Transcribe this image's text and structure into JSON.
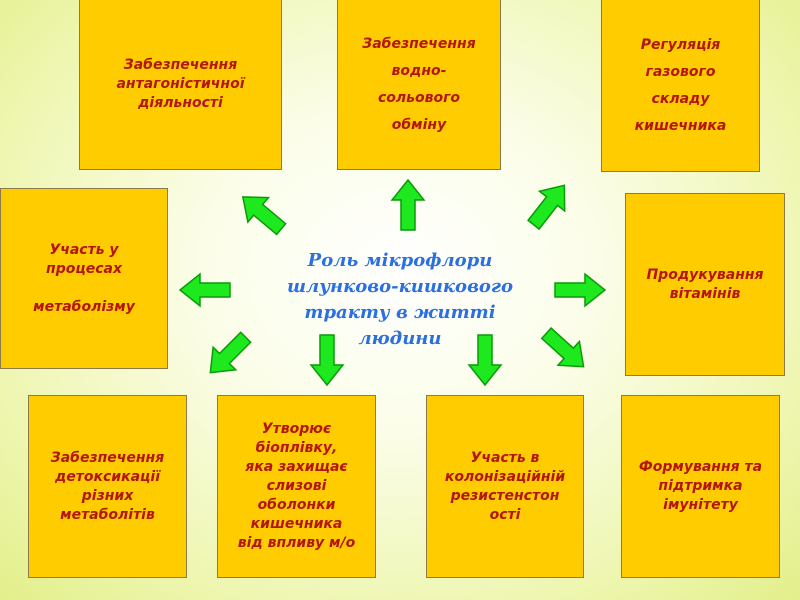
{
  "center_title": "Роль мікрофлори\nшлунково-кишкового\nтракту в житті людини",
  "boxes": {
    "antagonistic": "Забезпечення\nантагоністичної\nдіяльності",
    "water_salt": "Забезпечення\nводно-\nсольового\nобміну",
    "gas": "Регуляція\nгазового\nскладу\nкишечника",
    "metabolism": "Участь у\nпроцесах\n\nметаболізму",
    "vitamins": "Продукування\nвітамінів",
    "detox": "Забезпечення\nдетоксикації\nрізних\nметаболітів",
    "biofilm": "Утворює\nбіоплівку,\nяка захищає\nслизові\nоболонки\nкишечника\nвід впливу м/о",
    "colonization": "Участь в\nколонізаційній\nрезистенстон\nості",
    "immunity": "Формування та\nпідтримка\nімунітету"
  },
  "colors": {
    "box": "#ffcc00",
    "box_text": "#b4160c",
    "arrow": "#00e000",
    "title": "#2b6fe0"
  }
}
